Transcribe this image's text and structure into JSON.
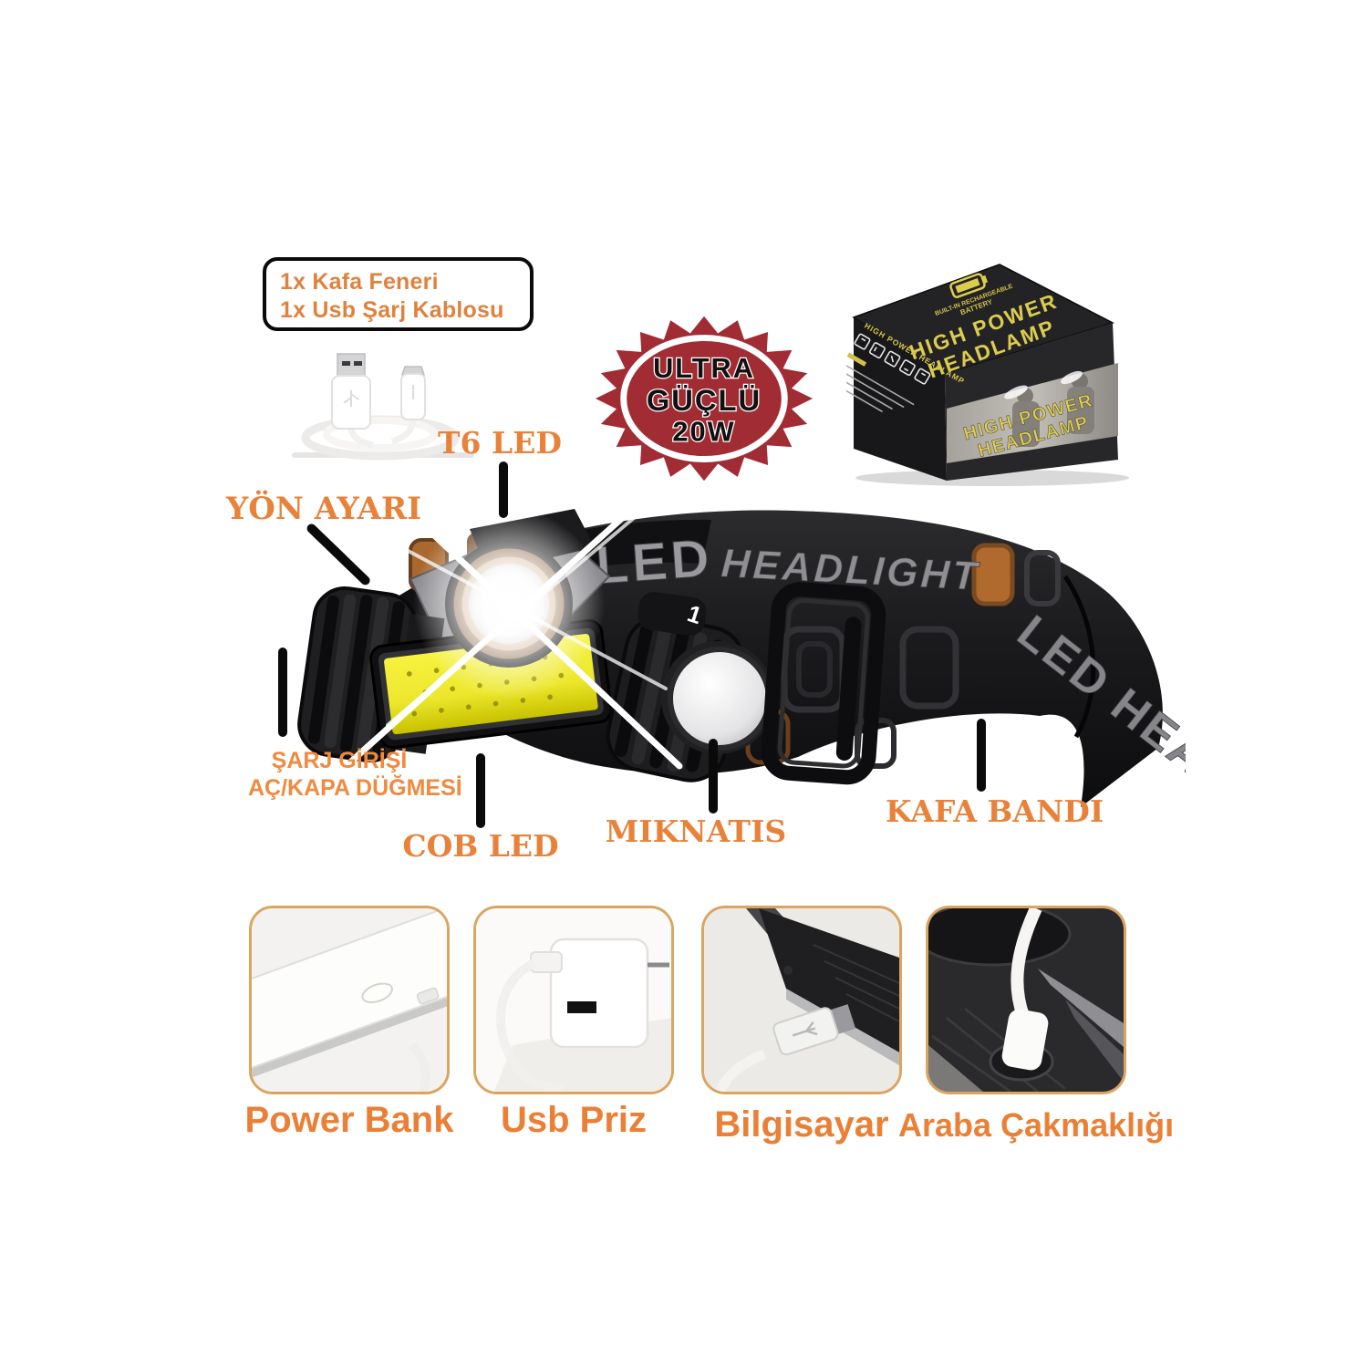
{
  "colors": {
    "accent_orange": "#e8823a",
    "badge_red": "#a12c34",
    "box_yellow": "#dccd4e",
    "strap_text_gray": "#97979b",
    "card_border_tan": "#d9a561",
    "cob_yellow": "#ede82f"
  },
  "contents_box": {
    "line1": "1x Kafa Feneri",
    "line2": "1x Usb Şarj Kablosu"
  },
  "badge": {
    "line1": "ULTRA",
    "line2": "GÜÇLÜ",
    "line3": "20W"
  },
  "product_box": {
    "battery_note_line1": "BUILT-IN RECHARGEABLE",
    "battery_note_line2": "BATTERY",
    "top_title_line1": "HIGH POWER",
    "top_title_line2": "HEADLAMP",
    "side_title": "HIGH POWER HEADLAMP",
    "front_title_line1": "HIGH POWER",
    "front_title_line2": "HEADLAMP"
  },
  "strap": {
    "text_led": "LED",
    "text_headlight": "HEADLIGHT",
    "text_wrap": "LED HEA",
    "direction_mark": "1"
  },
  "callouts": {
    "t6": {
      "label": "T6 LED"
    },
    "yon": {
      "label": "YÖN AYARI"
    },
    "sarj": {
      "line1": "ŞARJ GİRİŞİ",
      "line2": "AÇ/KAPA DÜĞMESİ"
    },
    "cob": {
      "label": "COB LED"
    },
    "miknatis": {
      "label": "MIKNATIS"
    },
    "kafa": {
      "label": "KAFA BANDI"
    }
  },
  "usage_cards": [
    {
      "label": "Power Bank"
    },
    {
      "label": "Usb Priz"
    },
    {
      "label": "Bilgisayar"
    },
    {
      "label": "Araba Çakmaklığı"
    }
  ]
}
